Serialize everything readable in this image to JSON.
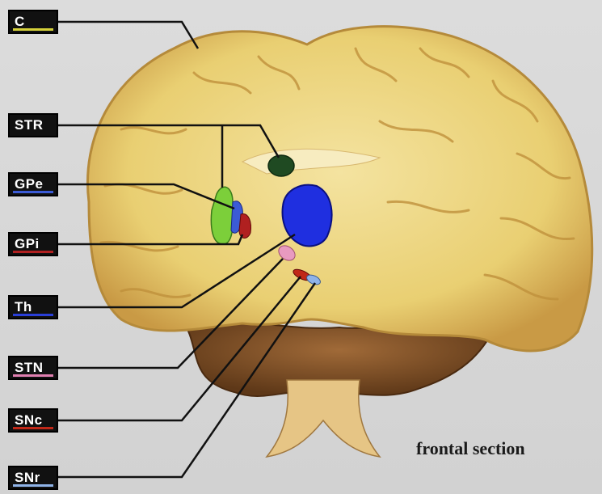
{
  "labels": [
    {
      "key": "C",
      "text": "C",
      "color": "#d6d23a"
    },
    {
      "key": "STR",
      "text": "STR",
      "color": "#2a2a2a"
    },
    {
      "key": "GPe",
      "text": "GPe",
      "color": "#3b5bd6"
    },
    {
      "key": "GPi",
      "text": "GPi",
      "color": "#b02020"
    },
    {
      "key": "Th",
      "text": "Th",
      "color": "#2a3fd8"
    },
    {
      "key": "STN",
      "text": "STN",
      "color": "#e07fb0"
    },
    {
      "key": "SNc",
      "text": "SNc",
      "color": "#c02818"
    },
    {
      "key": "SNr",
      "text": "SNr",
      "color": "#8fb3e8"
    }
  ],
  "caption": "frontal section",
  "colors": {
    "brain_tissue": "#e8cf6a",
    "grey_matter": "#c9a24a",
    "cerebellum": "#8a5a2a",
    "striatum_green": "#7ccf3a",
    "caudate_dark_green": "#1f4a22",
    "thalamus_blue": "#1f2fe0",
    "stn_pink": "#e89ac0"
  }
}
